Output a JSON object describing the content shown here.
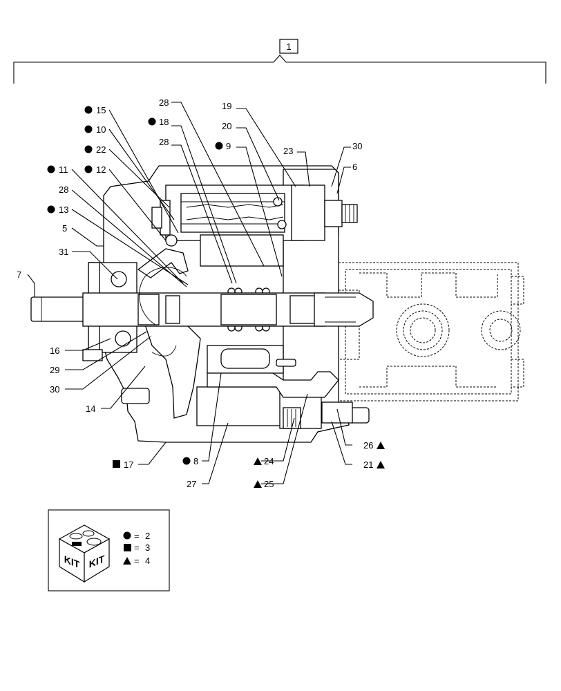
{
  "assembly_label": "1",
  "callouts": [
    {
      "id": "c15",
      "text": "15",
      "marker": "circle"
    },
    {
      "id": "c10",
      "text": "10",
      "marker": "circle"
    },
    {
      "id": "c22",
      "text": "22",
      "marker": "circle"
    },
    {
      "id": "c11",
      "text": "11",
      "marker": "circle"
    },
    {
      "id": "c12",
      "text": "12",
      "marker": "circle"
    },
    {
      "id": "c28a",
      "text": "28",
      "marker": ""
    },
    {
      "id": "c13",
      "text": "13",
      "marker": "circle"
    },
    {
      "id": "c5",
      "text": "5",
      "marker": ""
    },
    {
      "id": "c31",
      "text": "31",
      "marker": ""
    },
    {
      "id": "c7",
      "text": "7",
      "marker": ""
    },
    {
      "id": "c16",
      "text": "16",
      "marker": ""
    },
    {
      "id": "c29",
      "text": "29",
      "marker": ""
    },
    {
      "id": "c30a",
      "text": "30",
      "marker": ""
    },
    {
      "id": "c14",
      "text": "14",
      "marker": ""
    },
    {
      "id": "c17",
      "text": "17",
      "marker": "square"
    },
    {
      "id": "c8",
      "text": "8",
      "marker": "circle"
    },
    {
      "id": "c27",
      "text": "27",
      "marker": ""
    },
    {
      "id": "c24",
      "text": "24",
      "marker": "triangle"
    },
    {
      "id": "c25",
      "text": "25",
      "marker": "triangle"
    },
    {
      "id": "c26",
      "text": "26",
      "marker": "triangle"
    },
    {
      "id": "c21",
      "text": "21",
      "marker": "triangle"
    },
    {
      "id": "c28b",
      "text": "28",
      "marker": ""
    },
    {
      "id": "c18",
      "text": "18",
      "marker": "circle"
    },
    {
      "id": "c28c",
      "text": "28",
      "marker": ""
    },
    {
      "id": "c19",
      "text": "19",
      "marker": ""
    },
    {
      "id": "c20",
      "text": "20",
      "marker": ""
    },
    {
      "id": "c9",
      "text": "9",
      "marker": "circle"
    },
    {
      "id": "c23",
      "text": "23",
      "marker": ""
    },
    {
      "id": "c30b",
      "text": "30",
      "marker": ""
    },
    {
      "id": "c6",
      "text": "6",
      "marker": ""
    }
  ],
  "kit_legend": {
    "box_text_left": "KIT",
    "box_text_right": "KIT",
    "rows": [
      {
        "marker": "circle",
        "equals": "=",
        "value": "2"
      },
      {
        "marker": "square",
        "equals": "=",
        "value": "3"
      },
      {
        "marker": "triangle",
        "equals": "=",
        "value": "4"
      }
    ]
  }
}
